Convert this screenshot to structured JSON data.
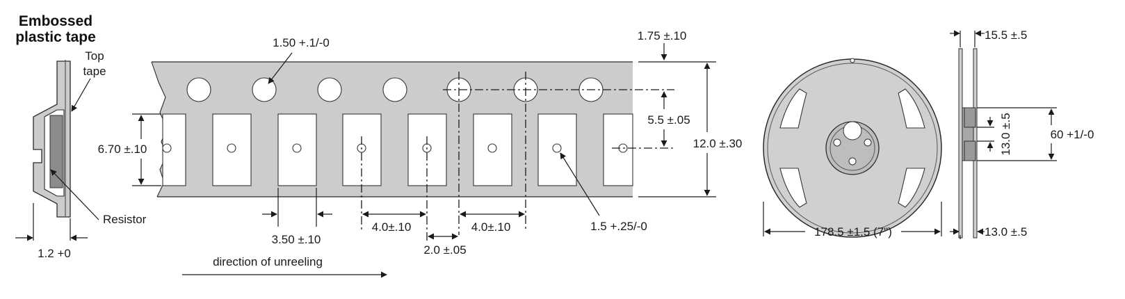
{
  "title": {
    "line1": "Embossed",
    "line2": "plastic tape"
  },
  "cross_section": {
    "top_tape_line1": "Top",
    "top_tape_line2": "tape",
    "resistor": "Resistor",
    "thickness": "1.2 +0"
  },
  "tape": {
    "hole_dia": "1.50 +.1/-0",
    "edge_to_hole": "1.75 ±.10",
    "hole_to_pocket": "5.5 ±.05",
    "tape_width": "12.0 ±.30",
    "pocket_length": "6.70 ±.10",
    "pocket_width": "3.50 ±.10",
    "pocket_pitch": "4.0±.10",
    "sprocket_pitch": "4.0±.10",
    "hole_offset": "2.0 ±.05",
    "pocket_hole": "1.5 +.25/-0",
    "direction": "direction of unreeling"
  },
  "reel": {
    "width": "15.5 ±.5",
    "hub_dia": "60 +1/-0",
    "arbor": "13.0 ±.5",
    "diameter": "178.5 ±1.5 (7\")",
    "flange": "13.0 ±.5"
  },
  "colors": {
    "tape": "#cccccc",
    "reel": "#d0d0d0",
    "hub": "#bdbdbd",
    "resistor": "#8c8c8c"
  }
}
